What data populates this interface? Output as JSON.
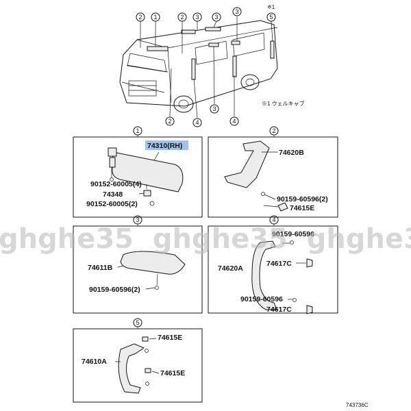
{
  "overview": {
    "callouts_top": [
      "2",
      "1",
      "2",
      "3",
      "3",
      "3"
    ],
    "callouts_bottom": [
      "2",
      "4",
      "3",
      "4"
    ],
    "note_marker": "※1",
    "note_callout": "5",
    "note_text": "※1 ウェルキャブ"
  },
  "panels": [
    {
      "callout": "1",
      "labels": [
        "74310(RH)",
        "90152-60005(4)",
        "74348",
        "90152-60005(2)"
      ]
    },
    {
      "callout": "2",
      "labels": [
        "74620B",
        "90159-60596(2)",
        "74615E"
      ]
    },
    {
      "callout": "3",
      "labels": [
        "74611B",
        "90159-60596(2)"
      ]
    },
    {
      "callout": "4",
      "labels": [
        "90159-60596",
        "74617C",
        "74620A",
        "90159-60596",
        "74617C"
      ]
    },
    {
      "callout": "5",
      "labels": [
        "74615E",
        "74610A",
        "74615E"
      ]
    }
  ],
  "watermark": "ghghe35  ghghe35  ghghe35",
  "figure_code": "743736C",
  "colors": {
    "highlight": "#9fc3ea",
    "line": "#111111",
    "watermark": "#b8b8b8"
  }
}
